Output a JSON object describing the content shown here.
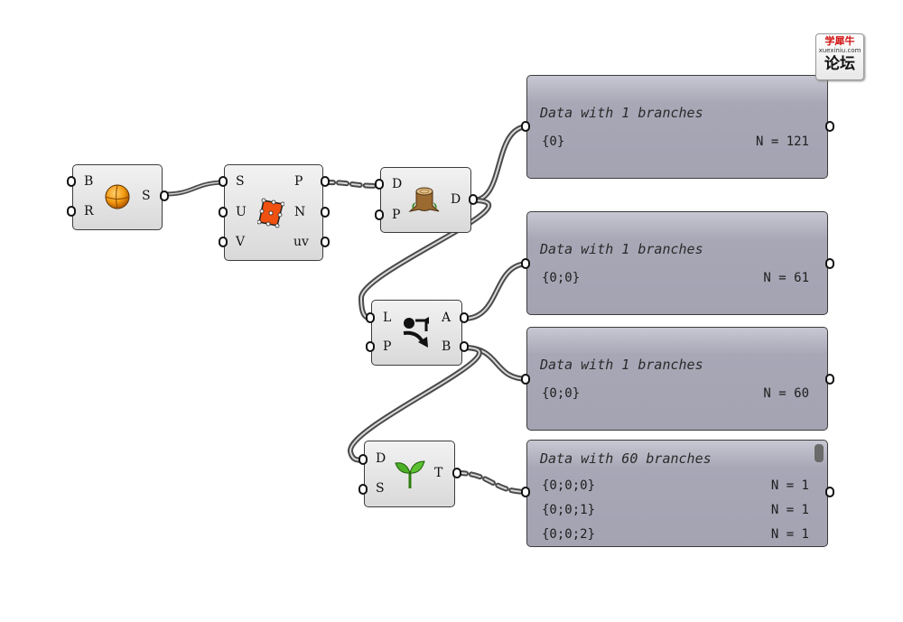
{
  "components": {
    "sphere": {
      "inputs": [
        "B",
        "R"
      ],
      "outputs": [
        "S"
      ],
      "icon": "sphere-icon"
    },
    "divide_surface": {
      "inputs": [
        "S",
        "U",
        "V"
      ],
      "outputs": [
        "P",
        "N",
        "uv"
      ],
      "icon": "surface-points-icon"
    },
    "flatten": {
      "inputs": [
        "D",
        "P"
      ],
      "outputs": [
        "D"
      ],
      "icon": "tree-stump-icon"
    },
    "split_list": {
      "inputs": [
        "L",
        "P"
      ],
      "outputs": [
        "A",
        "B"
      ],
      "icon": "split-list-icon"
    },
    "graft": {
      "inputs": [
        "D",
        "S"
      ],
      "outputs": [
        "T"
      ],
      "icon": "sprout-icon"
    }
  },
  "panels": [
    {
      "header": "Data with 1 branches",
      "rows": [
        {
          "path": "{0}",
          "count": "N = 121"
        }
      ]
    },
    {
      "header": "Data with 1 branches",
      "rows": [
        {
          "path": "{0;0}",
          "count": "N = 61"
        }
      ]
    },
    {
      "header": "Data with 1 branches",
      "rows": [
        {
          "path": "{0;0}",
          "count": "N = 60"
        }
      ]
    },
    {
      "header": "Data with 60 branches",
      "rows": [
        {
          "path": "{0;0;0}",
          "count": "N = 1"
        },
        {
          "path": "{0;0;1}",
          "count": "N = 1"
        },
        {
          "path": "{0;0;2}",
          "count": "N = 1"
        }
      ]
    }
  ],
  "watermark": {
    "line1": "学犀牛",
    "line2": "xuexiniu.com",
    "line3": "论坛"
  }
}
